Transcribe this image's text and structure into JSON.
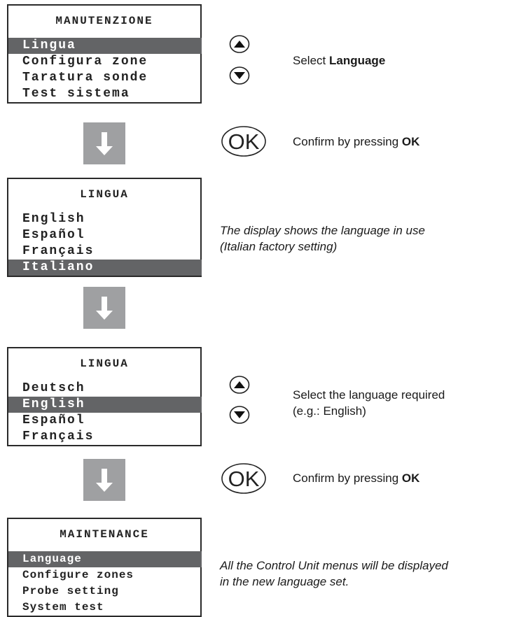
{
  "steps": [
    {
      "screen": {
        "title": "MANUTENZIONE",
        "items": [
          "Lingua",
          "Configura zone",
          "Taratura sonde",
          "Test sistema"
        ],
        "selected_index": 0
      },
      "instruction": {
        "text": "Select ",
        "bold": "Language"
      },
      "button_icons": [
        "up-arrow-button-icon",
        "down-arrow-button-icon"
      ]
    },
    {
      "ok_button": {
        "label": "OK"
      },
      "instruction": {
        "text": "Confirm by pressing ",
        "bold": "OK"
      }
    },
    {
      "screen": {
        "title": "LINGUA",
        "items": [
          "English",
          "Español",
          "Français",
          "Italiano"
        ],
        "selected_index": 3
      },
      "note": {
        "line1": "The display shows the language in use",
        "line2": "(Italian factory setting)"
      }
    },
    {
      "screen": {
        "title": "LINGUA",
        "items": [
          "Deutsch",
          "English",
          "Español",
          "Français"
        ],
        "selected_index": 1
      },
      "instruction": {
        "line1": "Select the language required",
        "line2": "(e.g.: English)"
      }
    },
    {
      "ok_button": {
        "label": "OK"
      },
      "instruction": {
        "text": "Confirm by pressing ",
        "bold": "OK"
      }
    },
    {
      "screen": {
        "title": "MAINTENANCE",
        "items": [
          "Language",
          "Configure zones",
          "Probe setting",
          "System test"
        ],
        "selected_index": 0
      },
      "note": {
        "line1": "All the Control Unit menus will be displayed",
        "line2": "in the new language set."
      }
    }
  ],
  "colors": {
    "highlight": "#636466",
    "arrow_box": "#9fa0a2",
    "border": "#2a2a2a"
  }
}
